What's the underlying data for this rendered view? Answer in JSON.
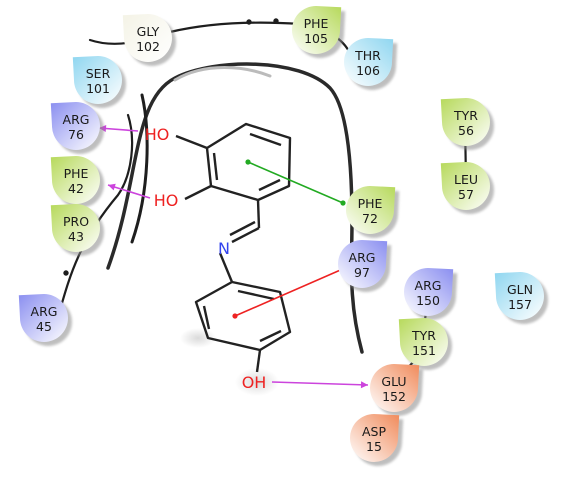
{
  "colors": {
    "green": "#b6d95a",
    "cyan": "#8fd6f0",
    "blue": "#8a8ef0",
    "orange": "#f08a5a",
    "white": "#f4f3e6",
    "hbond": "#cc44dd",
    "pi_pi": "#22aa22",
    "cation_pi": "#ee2222",
    "oxygen": "#ee2222",
    "nitrogen": "#3344ee"
  },
  "residues": [
    {
      "id": "gly102",
      "name": "GLY",
      "num": "102",
      "color": "white"
    },
    {
      "id": "phe105",
      "name": "PHE",
      "num": "105",
      "color": "green"
    },
    {
      "id": "ser101",
      "name": "SER",
      "num": "101",
      "color": "cyan"
    },
    {
      "id": "thr106",
      "name": "THR",
      "num": "106",
      "color": "cyan"
    },
    {
      "id": "arg76",
      "name": "ARG",
      "num": "76",
      "color": "blue"
    },
    {
      "id": "tyr56",
      "name": "TYR",
      "num": "56",
      "color": "green"
    },
    {
      "id": "phe42",
      "name": "PHE",
      "num": "42",
      "color": "green"
    },
    {
      "id": "leu57",
      "name": "LEU",
      "num": "57",
      "color": "green"
    },
    {
      "id": "pro43",
      "name": "PRO",
      "num": "43",
      "color": "green"
    },
    {
      "id": "phe72",
      "name": "PHE",
      "num": "72",
      "color": "green"
    },
    {
      "id": "arg97",
      "name": "ARG",
      "num": "97",
      "color": "blue"
    },
    {
      "id": "arg150",
      "name": "ARG",
      "num": "150",
      "color": "blue"
    },
    {
      "id": "gln157",
      "name": "GLN",
      "num": "157",
      "color": "cyan"
    },
    {
      "id": "arg45",
      "name": "ARG",
      "num": "45",
      "color": "blue"
    },
    {
      "id": "tyr151",
      "name": "TYR",
      "num": "151",
      "color": "green"
    },
    {
      "id": "glu152",
      "name": "GLU",
      "num": "152",
      "color": "orange"
    },
    {
      "id": "asp15",
      "name": "ASP",
      "num": "15",
      "color": "orange"
    }
  ],
  "atoms": {
    "ho_top": "HO",
    "ho_mid": "HO",
    "n_imine": "N",
    "oh_bottom": "OH"
  },
  "interactions": [
    {
      "type": "hbond",
      "from": "ho_top",
      "to": "arg76"
    },
    {
      "type": "hbond",
      "from": "ho_mid",
      "to": "phe42"
    },
    {
      "type": "hbond",
      "from": "oh_bottom",
      "to": "glu152"
    },
    {
      "type": "pi_pi",
      "from": "ring1",
      "to": "phe72"
    },
    {
      "type": "cation_pi",
      "from": "ring2",
      "to": "arg97"
    }
  ]
}
